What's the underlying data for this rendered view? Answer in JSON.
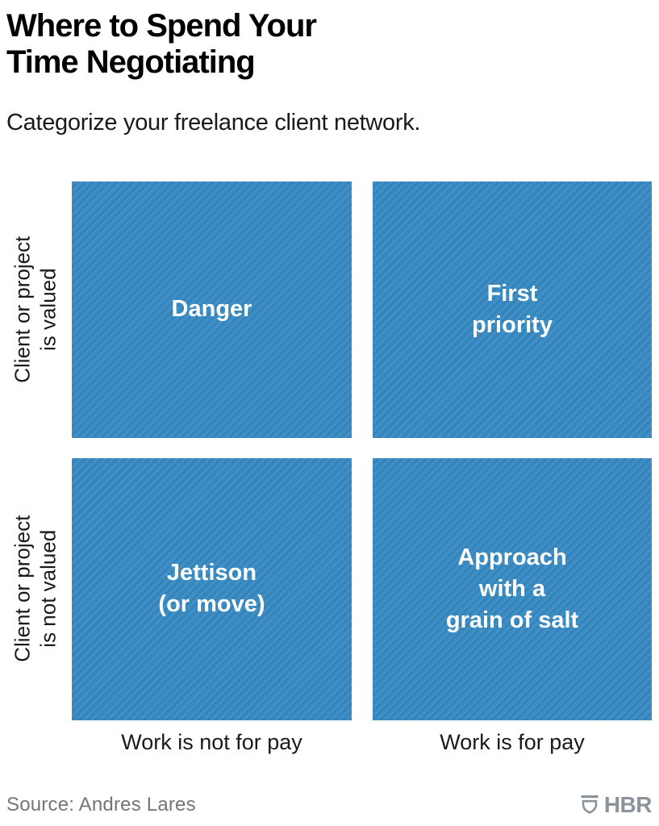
{
  "header": {
    "title": "Where to Spend Your\nTime Negotiating",
    "subtitle": "Categorize your freelance client network."
  },
  "matrix": {
    "y_axis": {
      "top_label": "Client or project\nis valued",
      "bottom_label": "Client or project\nis not valued"
    },
    "x_axis": {
      "left_label": "Work is not for pay",
      "right_label": "Work is for pay"
    },
    "quadrants": {
      "top_left": "Danger",
      "top_right": "First\npriority",
      "bottom_left": "Jettison\n(or move)",
      "bottom_right": "Approach\nwith a\ngrain of salt"
    }
  },
  "footer": {
    "source": "Source: Andres Lares",
    "brand": "HBR"
  },
  "theme": {
    "quad-fill": "#3e8fc6",
    "quad-stripe": "#3583b8",
    "quad-text": "#ffffff",
    "text-dark": "#1a1a1a",
    "text-gray": "#757575",
    "brand-gray": "#8b949c"
  },
  "chart_data": {
    "type": "table",
    "title": "Where to Spend Your Time Negotiating",
    "subtitle": "Categorize your freelance client network.",
    "x_categories": [
      "Work is not for pay",
      "Work is for pay"
    ],
    "y_categories": [
      "Client or project is valued",
      "Client or project is not valued"
    ],
    "cells": [
      [
        "Danger",
        "First priority"
      ],
      [
        "Jettison (or move)",
        "Approach with a grain of salt"
      ]
    ],
    "legend_position": "none",
    "grid": false
  }
}
